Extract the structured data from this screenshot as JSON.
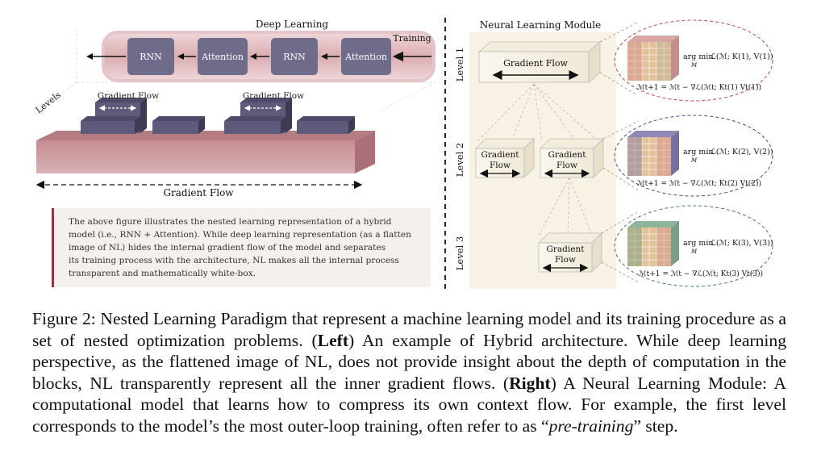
{
  "left_panel": {
    "title": "Deep Learning",
    "training_label": "Training",
    "levels_label": "Levels",
    "blocks": [
      "RNN",
      "Attention",
      "RNN",
      "Attention"
    ],
    "gradient_flow_top": [
      "Gradient Flow",
      "Gradient Flow"
    ],
    "gradient_flow_bottom": "Gradient Flow",
    "description_lines": [
      "The above figure illustrates the nested learning representation of a hybrid",
      "model (i.e., RNN + Attention). While deep learning representation (as a flatten",
      "image of NL) hides the internal gradient flow of the model and separates",
      "its training process with the architecture, NL makes all the internal process",
      "transparent and mathematically white-box."
    ]
  },
  "right_panel": {
    "title": "Neural Learning Module",
    "levels": [
      "Level 1",
      "Level 2",
      "Level 3"
    ],
    "gradient_flow_label": "Gradient Flow",
    "gradient_label": "Gradient",
    "flow_label": "Flow",
    "argmin": "arg min",
    "argmin_sub": "M",
    "equations": [
      {
        "argmin_expr": "ℒ(ℳ; K(1), V(1))",
        "update": "ℳt+1 = ℳt − ∇ℒ(ℳt; Kt(1) Vt(1))"
      },
      {
        "argmin_expr": "ℒ(ℳ; K(2), V(2))",
        "update": "ℳt+1 = ℳt − ∇ℒ(ℳt; Kt(2) Vt(2))"
      },
      {
        "argmin_expr": "ℒ(ℳ; K(3), V(3))",
        "update": "ℳt+1 = ℳt − ∇ℒ(ℳt; Kt(3) Vt(3))"
      }
    ]
  },
  "caption": {
    "prefix": "Figure 2:  Nested Learning Paradigm that represent a machine learning model and its training procedure as a set of nested optimization problems. (",
    "left_bold": "Left",
    "middle": ") An example of Hybrid architecture. While deep learning perspective, as the flattened image of NL, does not provide insight about the depth of computation in the blocks, NL transparently represent all the inner gradient flows. (",
    "right_bold": "Right",
    "suffix": ") A Neural Learning Module: A computational model that learns how to compress its own context flow. For example, the first level corresponds to the model’s the most outer-loop training, often refer to as “",
    "italic": "pre-training",
    "end": "” step."
  },
  "colors": {
    "block_fill": "#6e6a8a",
    "slab_fill": "#c79a9e",
    "band_fill": "#e9c9cc",
    "right_bg": "#f6f1e4",
    "accent_dark_red": "#8c3a40"
  }
}
